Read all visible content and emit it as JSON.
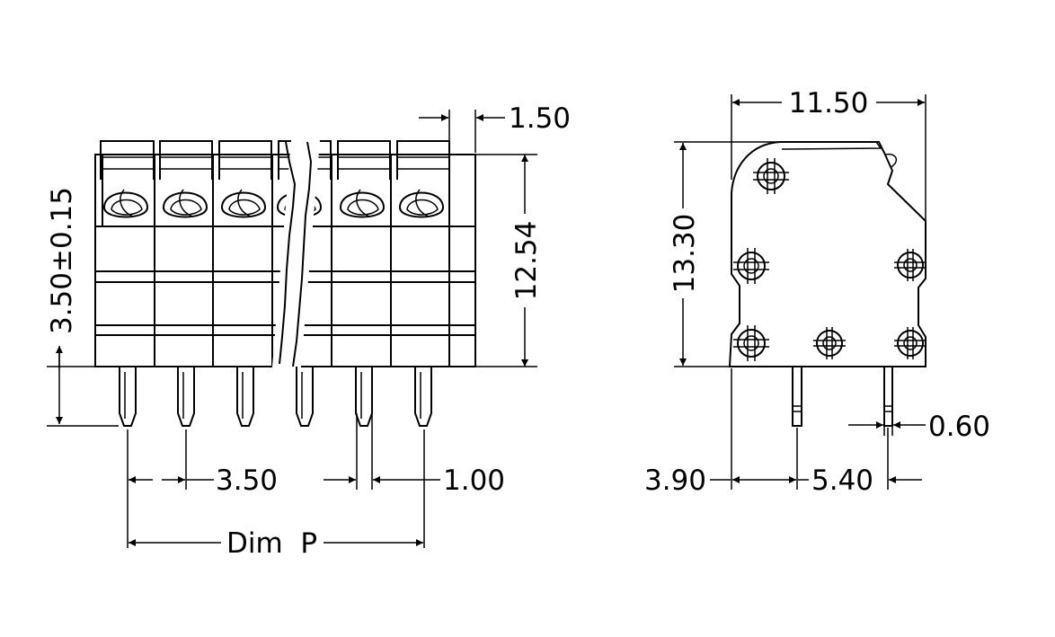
{
  "front_view": {
    "dim_pin_height": "3.50±0.15",
    "dim_body_height": "12.54",
    "dim_end_width": "1.50",
    "dim_pitch": "3.50",
    "dim_pin_width": "1.00",
    "dim_total": "Dim  P"
  },
  "side_view": {
    "dim_depth": "11.50",
    "dim_height": "13.30",
    "dim_pin_offset": "3.90",
    "dim_pin_spacing": "5.40",
    "dim_pin_thickness": "0.60"
  }
}
